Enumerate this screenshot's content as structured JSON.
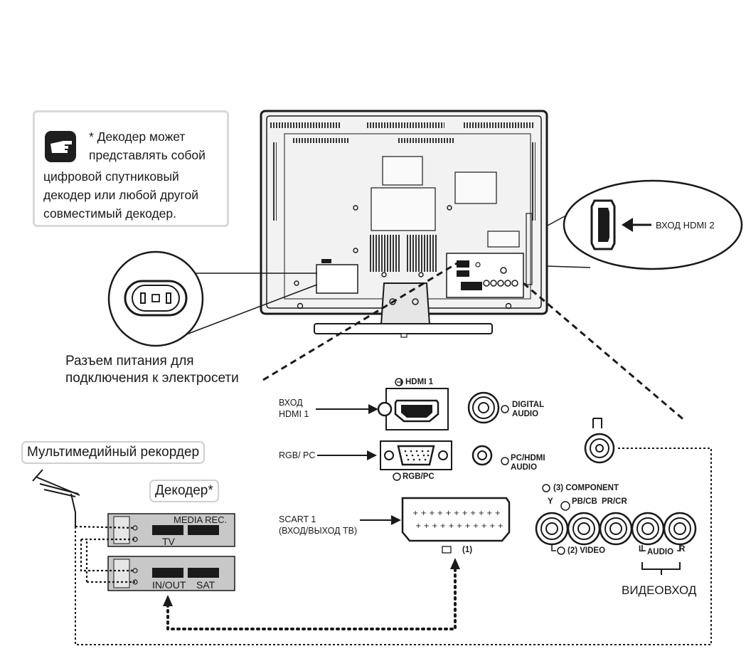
{
  "note": {
    "icon": "pointing-hand-icon",
    "lines": [
      "* Декодер может",
      "представлять собой",
      "цифровой спутниковый",
      "декодер или любой другой",
      "совместимый декодер."
    ]
  },
  "power": {
    "label_lines": [
      "Разъем питания для",
      "подключения к электросети"
    ]
  },
  "hdmi2": {
    "label": "ВХОД HDMI 2"
  },
  "panel": {
    "hdmi1_input_lines": [
      "ВХОД",
      "HDMI 1"
    ],
    "hdmi1_port": "HDMI 1",
    "digital_audio_lines": [
      "DIGITAL",
      "AUDIO"
    ],
    "rgb_pc_input": "RGB/ PC",
    "rgb_pc_port": "RGB/PC",
    "pc_hdmi_audio_lines": [
      "PC/HDMI",
      "AUDIO"
    ],
    "scart_lines": [
      "SCART 1",
      "(ВХОД/ВЫХОД ТВ)"
    ],
    "scart_port": "(1)",
    "component_title": "(3) COMPONENT",
    "component_y": "Y",
    "component_pb": "PB/CB",
    "component_pr": "PR/CR",
    "video_label": "(2) VIDEO",
    "audio_label": "AUDIO",
    "audio_l": "L",
    "audio_r": "R",
    "video_input_label": "ВИДЕОВХОД"
  },
  "devices": {
    "recorder_label": "Мультимедийный рекордер",
    "decoder_label": "Декодер*",
    "recorder_media_rec": "MEDIA REC.",
    "recorder_tv": "TV",
    "decoder_in_out": "IN/OUT",
    "decoder_sat": "SAT"
  },
  "colors": {
    "line": "#1a1a1a",
    "device_fill": "#c8c8c8",
    "pill_border": "#cfcfcf",
    "note_border": "#d9d9d9"
  }
}
